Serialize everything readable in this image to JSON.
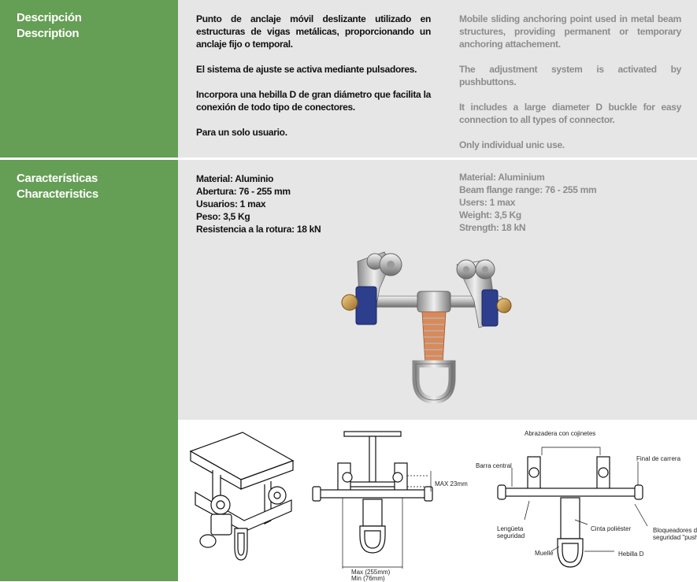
{
  "sections": {
    "description": {
      "label_es": "Descripción",
      "label_en": "Description",
      "paragraphs_es": [
        "Punto de anclaje móvil deslizante utilizado en estructuras de vigas metálicas, proporcionando un anclaje fijo o temporal.",
        "El sistema de ajuste se activa mediante pulsadores.",
        "Incorpora una hebilla D de gran diámetro que facilita la conexión de todo tipo de conectores.",
        "Para un solo usuario."
      ],
      "paragraphs_en": [
        "Mobile sliding anchoring point used in metal beam structures, providing permanent or temporary anchoring attachement.",
        "The adjustment system is activated by pushbuttons.",
        "It includes a large diameter D buckle for easy connection to all types of connector.",
        "Only individual unic use."
      ]
    },
    "characteristics": {
      "label_es": "Características",
      "label_en": "Characteristics",
      "specs_es": [
        "Material: Aluminio",
        "Abertura: 76 - 255 mm",
        "Usuarios: 1 max",
        "Peso: 3,5 Kg",
        "Resistencia a la rotura: 18 kN"
      ],
      "specs_en": [
        "Material: Aluminium",
        "Beam flange range: 76 - 255 mm",
        "Users: 1 max",
        "Weight: 3,5 Kg",
        "Strength: 18 kN"
      ]
    }
  },
  "diagrams": {
    "side_view": {
      "max_gap": "MAX 23mm",
      "max_width": "Max (255mm)",
      "min_width": "Min (76mm)"
    },
    "parts": {
      "clamp": "Abrazadera con cojinetes",
      "bar": "Barra central",
      "stop": "Final de carrera",
      "tab": "Lengüeta",
      "tab2": "seguridad",
      "strap": "Cinta poliéster",
      "locks": "Bloqueadores de",
      "locks2": "seguridad \"push",
      "spring": "Muelle",
      "buckle": "Hebilla D"
    }
  },
  "colors": {
    "sidebar": "#659e55",
    "panel": "#e6e6e6",
    "text_es": "#111111",
    "text_en": "#8c8c8c"
  }
}
